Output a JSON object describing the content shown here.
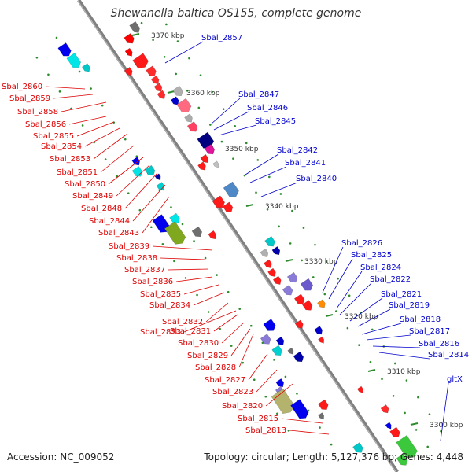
{
  "title": "Shewanella baltica OS155, complete genome",
  "footer": {
    "accession": "Accession: NC_009052",
    "topology": "Topology: circular; Length: 5,127,376 bp; Genes: 4,448"
  },
  "colors": {
    "backbone": "#808080",
    "minus_label": "#dd0000",
    "plus_label": "#0000cc",
    "tick": "#2e8b2e"
  },
  "kbp_marks": [
    "3370 kbp",
    "3360 kbp",
    "3350 kbp",
    "3340 kbp",
    "3330 kbp",
    "3320 kbp",
    "3310 kbp",
    "3300 kbp"
  ],
  "minus_labels": [
    "Sbal_2860",
    "Sbal_2859",
    "Sbal_2858",
    "Sbal_2856",
    "Sbal_2855",
    "Sbal_2854",
    "Sbal_2853",
    "Sbal_2851",
    "Sbal_2850",
    "Sbal_2849",
    "Sbal_2848",
    "Sbal_2844",
    "Sbal_2843",
    "Sbal_2839",
    "Sbal_2838",
    "Sbal_2837",
    "Sbal_2836",
    "Sbal_2835",
    "Sbal_2834",
    "Sbal_2832",
    "Sbal_2833",
    "Sbal_2831",
    "Sbal_2830",
    "Sbal_2829",
    "Sbal_2828",
    "Sbal_2827",
    "Sbal_2823",
    "Sbal_2820",
    "Sbal_2815",
    "Sbal_2813"
  ],
  "plus_labels": [
    "Sbal_2857",
    "Sbal_2847",
    "Sbal_2846",
    "Sbal_2845",
    "Sbal_2842",
    "Sbal_2841",
    "Sbal_2840",
    "Sbal_2826",
    "Sbal_2825",
    "Sbal_2824",
    "Sbal_2822",
    "Sbal_2821",
    "Sbal_2819",
    "Sbal_2818",
    "Sbal_2817",
    "Sbal_2816",
    "Sbal_2814",
    "gltX"
  ]
}
